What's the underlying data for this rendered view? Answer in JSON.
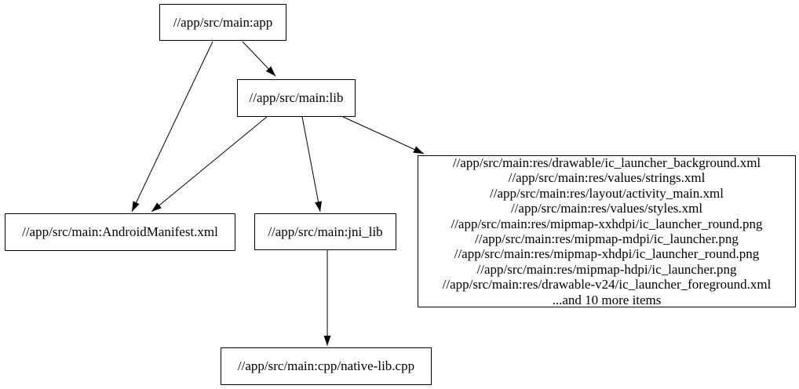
{
  "graph": {
    "colors": {
      "background": "#ffffff",
      "node_fill": "#ffffff",
      "node_border": "#000000",
      "edge": "#000000",
      "text": "#000000"
    },
    "nodes": {
      "app": {
        "label": "//app/src/main:app"
      },
      "lib": {
        "label": "//app/src/main:lib"
      },
      "manifest": {
        "label": "//app/src/main:AndroidManifest.xml"
      },
      "jni_lib": {
        "label": "//app/src/main:jni_lib"
      },
      "res_group": {
        "lines": [
          "//app/src/main:res/drawable/ic_launcher_background.xml",
          "//app/src/main:res/values/strings.xml",
          "//app/src/main:res/layout/activity_main.xml",
          "//app/src/main:res/values/styles.xml",
          "//app/src/main:res/mipmap-xxhdpi/ic_launcher_round.png",
          "//app/src/main:res/mipmap-mdpi/ic_launcher.png",
          "//app/src/main:res/mipmap-xhdpi/ic_launcher_round.png",
          "//app/src/main:res/mipmap-hdpi/ic_launcher.png",
          "//app/src/main:res/drawable-v24/ic_launcher_foreground.xml",
          "...and 10 more items"
        ]
      },
      "native_cpp": {
        "label": "//app/src/main:cpp/native-lib.cpp"
      }
    },
    "edges": [
      {
        "from": "app",
        "to": "lib"
      },
      {
        "from": "app",
        "to": "manifest"
      },
      {
        "from": "lib",
        "to": "manifest"
      },
      {
        "from": "lib",
        "to": "jni_lib"
      },
      {
        "from": "lib",
        "to": "res_group"
      },
      {
        "from": "jni_lib",
        "to": "native_cpp"
      }
    ]
  }
}
